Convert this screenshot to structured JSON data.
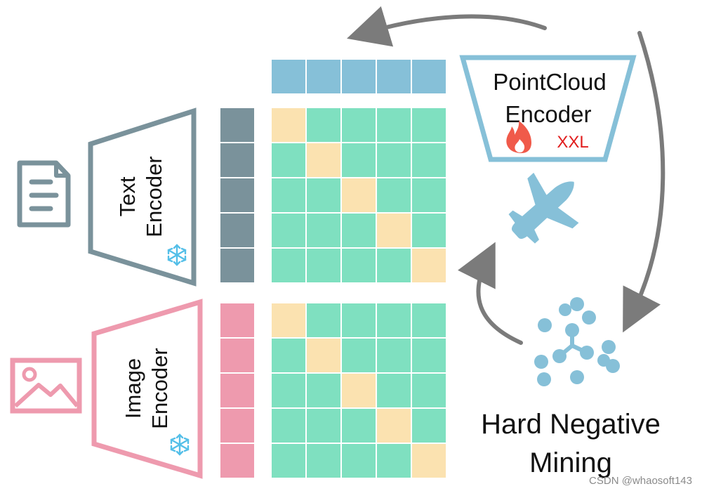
{
  "text_encoder": {
    "line1": "Text",
    "line2": "Encoder"
  },
  "image_encoder": {
    "line1": "Image",
    "line2": "Encoder"
  },
  "pointcloud_encoder": {
    "line1": "PointCloud",
    "line2": "Encoder",
    "size_tag": "XXL"
  },
  "hard_negative_mining": {
    "line1": "Hard Negative",
    "line2": "Mining"
  },
  "watermark": "CSDN @whaosoft143",
  "colors": {
    "text_branch": "#7a929b",
    "image_branch": "#ee9aae",
    "pointcloud_branch": "#86c0d8",
    "similarity_cell": "#7fe0c0",
    "diagonal_cell": "#fbe2b0",
    "arrow": "#7b7b7b",
    "frozen_icon": "#54bfe8",
    "trainable_icon": "#f05a4a",
    "size_tag": "#e11e1e"
  },
  "icons": {
    "text": "document-icon",
    "image": "image-icon",
    "frozen": "snowflake-icon",
    "trainable": "fire-icon",
    "pointcloud_object": "airplane-icon",
    "mining": "point-cluster-icon"
  }
}
